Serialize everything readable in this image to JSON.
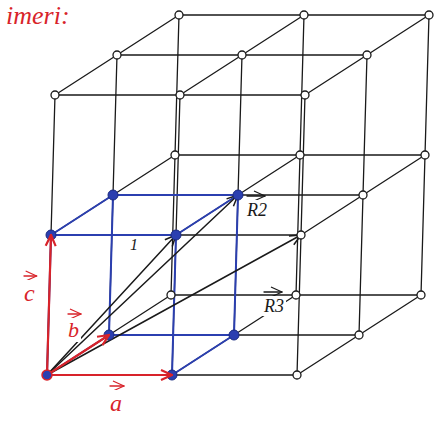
{
  "diagram": {
    "labels": [
      "imeri:",
      "a",
      "b",
      "c",
      "1",
      "R2",
      "R3"
    ]
  }
}
